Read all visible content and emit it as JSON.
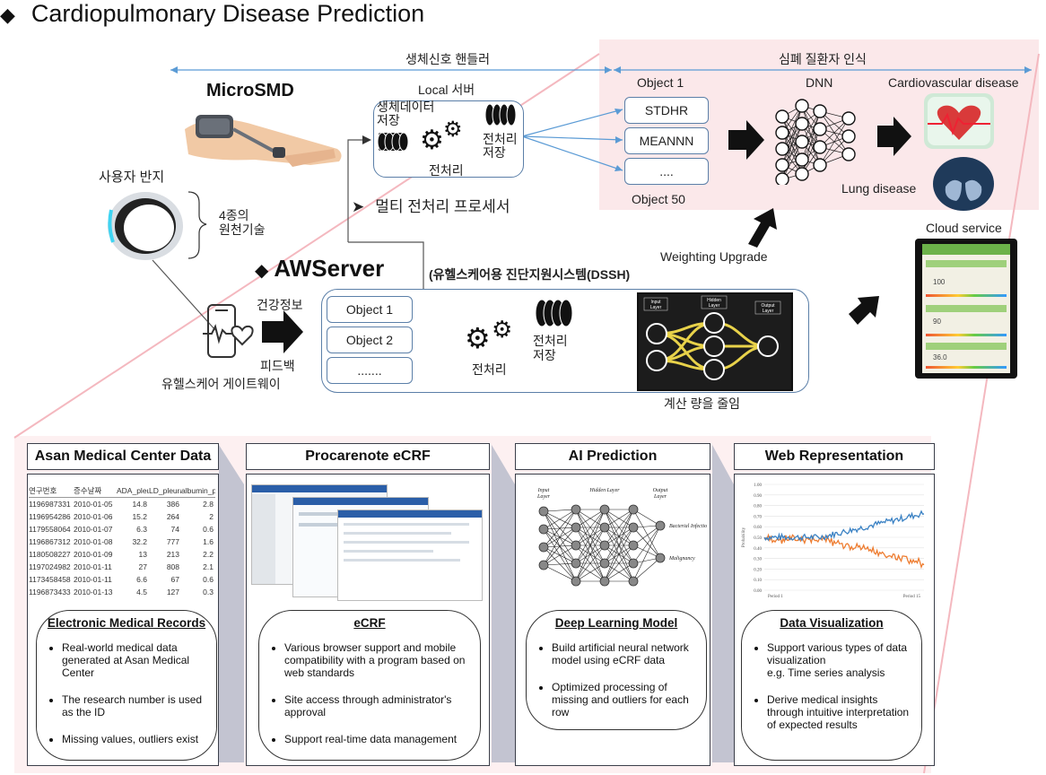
{
  "title": "Cardiopulmonary Disease Prediction",
  "title_bullet": "◆",
  "top": {
    "bio_handler": "생체신호 핸들러",
    "patient_recog": "심폐 질환자 인식",
    "microsmd": "MicroSMD",
    "local_server": "Local 서버",
    "bio_data_store": "생체데이터\n저장",
    "preproc": "전처리",
    "preproc_store": "전처리\n저장",
    "multi_proc": "멀티 전처리 프로세서",
    "multi_proc_bullet": "➤",
    "user_ring": "사용자 반지",
    "four_tech": "4종의\n원천기술",
    "obj1": "Object 1",
    "obj_stdhr": "STDHR",
    "obj_meannn": "MEANNN",
    "obj_dots": "....",
    "obj50": "Object 50",
    "dnn": "DNN",
    "cardio": "Cardiovascular disease",
    "lung": "Lung disease",
    "cloud": "Cloud service",
    "weighting": "Weighting  Upgrade",
    "awserver": "AWServer",
    "awserver_bullet": "◆",
    "dssh": "(유헬스케어용 진단지원시스템(DSSH)",
    "health_info": "건강정보",
    "feedback": "피드백",
    "gateway": "유헬스케어 게이트웨이",
    "aw_obj1": "Object 1",
    "aw_obj2": "Object 2",
    "aw_dots": ".......",
    "aw_preproc": "전처리",
    "aw_preproc_store": "전처리\n저장",
    "reduce_calc": "계산 량을 줄임",
    "nn_input": "Input\nLayer",
    "nn_hidden": "Hidden\nLayer",
    "nn_output": "Output\nLayer"
  },
  "panels": [
    {
      "header": "Asan Medical Center Data",
      "pill_title": "Electronic Medical Records",
      "bullets": [
        "Real-world medical data generated at Asan Medical Center",
        "The research number is used as the ID",
        "Missing values, outliers exist"
      ]
    },
    {
      "header": "Procarenote eCRF",
      "pill_title": "eCRF",
      "bullets": [
        "Various browser support and mobile compatibility with a program based on web standards",
        "Site access through administrator's approval",
        "Support real-time data management"
      ]
    },
    {
      "header": "AI Prediction",
      "pill_title": "Deep Learning Model",
      "bullets": [
        "Build artificial neural network model using eCRF data",
        "Optimized processing of missing and outliers for each row"
      ]
    },
    {
      "header": "Web Representation",
      "pill_title": "Data Visualization",
      "bullets": [
        "Support various  types of data visualization\ne.g. Time series analysis",
        "Derive medical insights through intuitive interpretation of expected results"
      ]
    }
  ],
  "emr_table": {
    "headers": [
      "연구번호",
      "증수날짜",
      "ADA_pleu",
      "LD_pleura",
      "albumin_p"
    ],
    "rows": [
      [
        "1196987331",
        "2010-01-05",
        "14.8",
        "386",
        "2.8"
      ],
      [
        "1196954286",
        "2010-01-06",
        "15.2",
        "264",
        "2"
      ],
      [
        "1179558064",
        "2010-01-07",
        "6.3",
        "74",
        "0.6"
      ],
      [
        "1196867312",
        "2010-01-08",
        "32.2",
        "777",
        "1.6"
      ],
      [
        "1180508227",
        "2010-01-09",
        "13",
        "213",
        "2.2"
      ],
      [
        "1197024982",
        "2010-01-11",
        "27",
        "808",
        "2.1"
      ],
      [
        "1173458458",
        "2010-01-11",
        "6.6",
        "67",
        "0.6"
      ],
      [
        "1196873433",
        "2010-01-13",
        "4.5",
        "127",
        "0.3"
      ]
    ]
  },
  "ai_nn": {
    "input_label": "Input\nLayer",
    "hidden_label": "Hidden Layer",
    "output_label": "Output\nLayer",
    "out1": "Bacterial Infection",
    "out2": "Malignancy"
  },
  "web_chart": {
    "y_ticks": [
      "1.00",
      "0.90",
      "0.80",
      "0.70",
      "0.60",
      "0.50",
      "0.40",
      "0.30",
      "0.20",
      "0.10",
      "0.00"
    ],
    "ylabel": "Probability",
    "x_start": "Period 1",
    "x_end": "Period 15"
  },
  "cloud_app": {
    "v1": "100",
    "v2": "90",
    "v3": "36.0"
  },
  "colors": {
    "accent_blue": "#5b7fa8",
    "pink": "#fbe8ea",
    "series_blue": "#3b82c4",
    "series_orange": "#ee7d31"
  }
}
